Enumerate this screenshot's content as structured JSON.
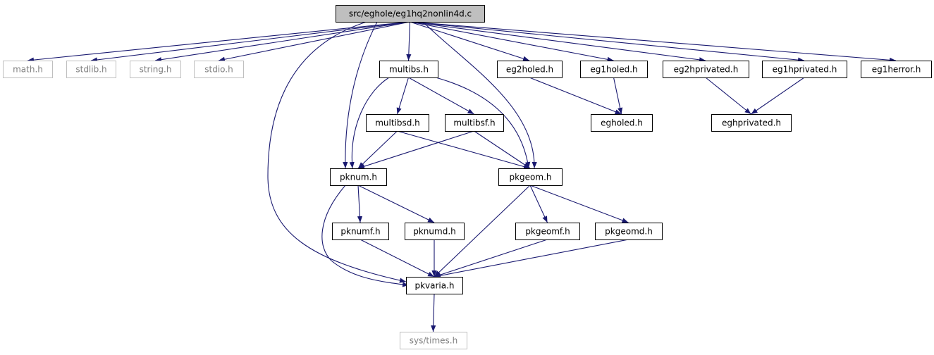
{
  "graph": {
    "colors": {
      "edge": "#191970",
      "node_border": "#000000",
      "node_text": "#000000",
      "external_border": "#bfbfbf",
      "external_text": "#808080",
      "root_fill": "#bfbfbf",
      "background": "#ffffff"
    },
    "nodes": [
      {
        "id": "root",
        "label": "src/eghole/eg1hq2nonlin4d.c",
        "kind": "root"
      },
      {
        "id": "math_h",
        "label": "math.h",
        "kind": "external"
      },
      {
        "id": "stdlib_h",
        "label": "stdlib.h",
        "kind": "external"
      },
      {
        "id": "string_h",
        "label": "string.h",
        "kind": "external"
      },
      {
        "id": "stdio_h",
        "label": "stdio.h",
        "kind": "external"
      },
      {
        "id": "multibs_h",
        "label": "multibs.h",
        "kind": "local"
      },
      {
        "id": "eg2holed_h",
        "label": "eg2holed.h",
        "kind": "local"
      },
      {
        "id": "eg1holed_h",
        "label": "eg1holed.h",
        "kind": "local"
      },
      {
        "id": "eg2hprivated_h",
        "label": "eg2hprivated.h",
        "kind": "local"
      },
      {
        "id": "eg1hprivated_h",
        "label": "eg1hprivated.h",
        "kind": "local"
      },
      {
        "id": "eg1herror_h",
        "label": "eg1herror.h",
        "kind": "local"
      },
      {
        "id": "multibsd_h",
        "label": "multibsd.h",
        "kind": "local"
      },
      {
        "id": "multibsf_h",
        "label": "multibsf.h",
        "kind": "local"
      },
      {
        "id": "egholed_h",
        "label": "egholed.h",
        "kind": "local"
      },
      {
        "id": "eghprivated_h",
        "label": "eghprivated.h",
        "kind": "local"
      },
      {
        "id": "pknum_h",
        "label": "pknum.h",
        "kind": "local"
      },
      {
        "id": "pkgeom_h",
        "label": "pkgeom.h",
        "kind": "local"
      },
      {
        "id": "pknumf_h",
        "label": "pknumf.h",
        "kind": "local"
      },
      {
        "id": "pknumd_h",
        "label": "pknumd.h",
        "kind": "local"
      },
      {
        "id": "pkgeomf_h",
        "label": "pkgeomf.h",
        "kind": "local"
      },
      {
        "id": "pkgeomd_h",
        "label": "pkgeomd.h",
        "kind": "local"
      },
      {
        "id": "pkvaria_h",
        "label": "pkvaria.h",
        "kind": "local"
      },
      {
        "id": "sys_times_h",
        "label": "sys/times.h",
        "kind": "external"
      }
    ],
    "edges": [
      {
        "from": "root",
        "to": "math_h"
      },
      {
        "from": "root",
        "to": "stdlib_h"
      },
      {
        "from": "root",
        "to": "string_h"
      },
      {
        "from": "root",
        "to": "stdio_h"
      },
      {
        "from": "root",
        "to": "multibs_h"
      },
      {
        "from": "root",
        "to": "eg2holed_h"
      },
      {
        "from": "root",
        "to": "eg1holed_h"
      },
      {
        "from": "root",
        "to": "eg2hprivated_h"
      },
      {
        "from": "root",
        "to": "eg1hprivated_h"
      },
      {
        "from": "root",
        "to": "eg1herror_h"
      },
      {
        "from": "root",
        "to": "pknum_h"
      },
      {
        "from": "root",
        "to": "pkgeom_h"
      },
      {
        "from": "root",
        "to": "pkvaria_h"
      },
      {
        "from": "multibs_h",
        "to": "multibsd_h"
      },
      {
        "from": "multibs_h",
        "to": "multibsf_h"
      },
      {
        "from": "multibs_h",
        "to": "pknum_h"
      },
      {
        "from": "multibs_h",
        "to": "pkgeom_h"
      },
      {
        "from": "eg2holed_h",
        "to": "egholed_h"
      },
      {
        "from": "eg1holed_h",
        "to": "egholed_h"
      },
      {
        "from": "eg2hprivated_h",
        "to": "eghprivated_h"
      },
      {
        "from": "eg1hprivated_h",
        "to": "eghprivated_h"
      },
      {
        "from": "multibsd_h",
        "to": "pknum_h"
      },
      {
        "from": "multibsd_h",
        "to": "pkgeom_h"
      },
      {
        "from": "multibsf_h",
        "to": "pknum_h"
      },
      {
        "from": "multibsf_h",
        "to": "pkgeom_h"
      },
      {
        "from": "pknum_h",
        "to": "pknumf_h"
      },
      {
        "from": "pknum_h",
        "to": "pknumd_h"
      },
      {
        "from": "pknum_h",
        "to": "pkvaria_h"
      },
      {
        "from": "pkgeom_h",
        "to": "pkgeomf_h"
      },
      {
        "from": "pkgeom_h",
        "to": "pkgeomd_h"
      },
      {
        "from": "pkgeom_h",
        "to": "pkvaria_h"
      },
      {
        "from": "pknumf_h",
        "to": "pkvaria_h"
      },
      {
        "from": "pknumd_h",
        "to": "pkvaria_h"
      },
      {
        "from": "pkgeomf_h",
        "to": "pkvaria_h"
      },
      {
        "from": "pkgeomd_h",
        "to": "pkvaria_h"
      },
      {
        "from": "pkvaria_h",
        "to": "sys_times_h"
      }
    ]
  }
}
